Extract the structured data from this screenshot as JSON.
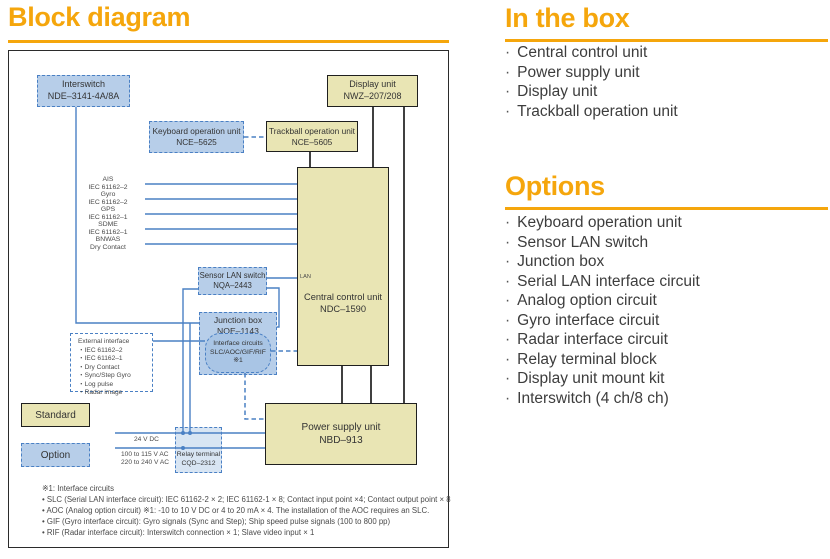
{
  "page": {
    "title": "Block diagram"
  },
  "colors": {
    "accent": "#F5A60C",
    "blue_line": "#4A80C4",
    "yellow_fill": "#E9E5B4",
    "blue_fill": "#B7CEE9"
  },
  "legend": {
    "standard": "Standard",
    "option": "Option"
  },
  "blocks": {
    "interswitch": {
      "name": "Interswitch",
      "model": "NDE–3141-4A/8A"
    },
    "display_unit": {
      "name": "Display unit",
      "model": "NWZ–207/208"
    },
    "keyboard_unit": {
      "name": "Keyboard operation unit",
      "model": "NCE–5625"
    },
    "trackball_unit": {
      "name": "Trackball operation unit",
      "model": "NCE–5605"
    },
    "central_unit": {
      "name": "Central control unit",
      "model": "NDC–1590",
      "port_label": "LAN"
    },
    "sensor_lan_switch": {
      "name": "Sensor LAN switch",
      "model": "NQA–2443"
    },
    "junction_box": {
      "name": "Junction box",
      "model": "NQE–1143"
    },
    "interface_circuits": {
      "line1": "Interface circuits",
      "line2": "SLC/AOC/GIF/RIF",
      "line3": "※1"
    },
    "external_interface": {
      "title": "External interface",
      "items": [
        "・IEC 61162–2",
        "・IEC 61162–1",
        "・Dry Contact",
        "・Sync/Step Gyro",
        "・Log pulse",
        "・Radar image"
      ]
    },
    "power_supply_unit": {
      "name": "Power supply unit",
      "model": "NBD–913"
    },
    "relay_terminal": {
      "name": "Relay terminal",
      "model": "CQD–2312"
    }
  },
  "signals": [
    {
      "name": "AIS",
      "standard": "IEC 61162–2"
    },
    {
      "name": "Gyro",
      "standard": "IEC 61162–2"
    },
    {
      "name": "GPS",
      "standard": "IEC 61162–1"
    },
    {
      "name": "SDME",
      "standard": "IEC 61162–1"
    },
    {
      "name": "BNWAS",
      "standard": "Dry Contact"
    }
  ],
  "power_labels": {
    "dc": "24 V DC",
    "ac_line1": "100 to 115 V AC",
    "ac_line2": "220 to 240 V AC"
  },
  "footnotes": {
    "title": "※1: Interface circuits",
    "items": [
      "• SLC (Serial LAN interface circuit): IEC 61162-2 × 2; IEC 61162-1 × 8; Contact input point ×4; Contact output point × 8",
      "• AOC (Analog option circuit) ※1: -10 to 10 V DC or 4 to 20 mA × 4. The installation of the AOC requires an SLC.",
      "• GIF (Gyro interface circuit): Gyro signals (Sync and Step); Ship speed pulse signals (100 to 800 pp)",
      "• RIF (Radar interface circuit): Interswitch connection × 1; Slave video input × 1"
    ]
  },
  "in_the_box": {
    "title": "In the box",
    "items": [
      "Central control unit",
      "Power supply unit",
      "Display unit",
      "Trackball operation unit"
    ]
  },
  "options": {
    "title": "Options",
    "items": [
      "Keyboard operation unit",
      "Sensor LAN switch",
      "Junction box",
      "Serial LAN interface circuit",
      "Analog option circuit",
      "Gyro interface circuit",
      "Radar interface circuit",
      "Relay terminal block",
      "Display unit mount kit",
      "Interswitch (4 ch/8 ch)"
    ]
  }
}
